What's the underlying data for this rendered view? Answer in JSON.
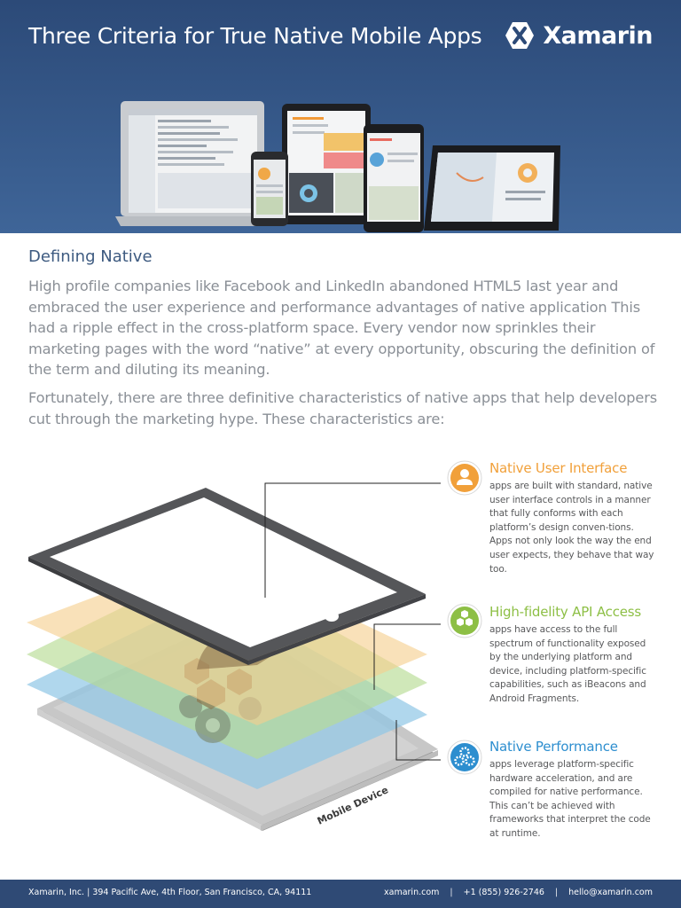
{
  "header": {
    "title": "Three Criteria for True Native Mobile Apps",
    "brand_name": "Xamarin"
  },
  "intro": {
    "heading": "Defining Native",
    "paragraph1": "High profile companies like Facebook and LinkedIn abandoned HTML5 last year and embraced the user experience and performance advantages of native application This had a ripple effect in the cross-platform space. Every vendor now sprinkles their marketing pages with the word “native” at every opportunity, obscuring the definition of the term and diluting its meaning.",
    "paragraph2": "Fortunately, there are three definitive characteristics of native apps that help developers cut through the marketing hype. These characteristics are:"
  },
  "diagram": {
    "device_label": "Mobile Device"
  },
  "features": [
    {
      "title": "Native User Interface",
      "body": "apps are built with standard, native user interface controls in a manner that fully conforms with each platform’s design conven-tions.  Apps not only look the way the end user expects, they behave that way too.",
      "color": "#f1a03a",
      "icon": "user-icon"
    },
    {
      "title": "High-fidelity API Access",
      "body": "apps have access to the full spectrum of functionality exposed by the underlying platform and device, including platform-specific capabilities, such as iBeacons and Android Fragments.",
      "color": "#8dbf45",
      "icon": "hexagons-icon"
    },
    {
      "title": "Native Performance",
      "body": "apps leverage platform-specific hardware acceleration, and are compiled for native performance. This can’t be achieved with frameworks that interpret the code at runtime.",
      "color": "#2d8ecf",
      "icon": "gears-icon"
    }
  ],
  "footer": {
    "company": "Xamarin, Inc.",
    "address": "394 Pacific Ave, 4th Floor, San Francisco, CA, 94111",
    "website": "xamarin.com",
    "phone": "+1 (855) 926-2746",
    "email": "hello@xamarin.com",
    "separator": "|"
  }
}
